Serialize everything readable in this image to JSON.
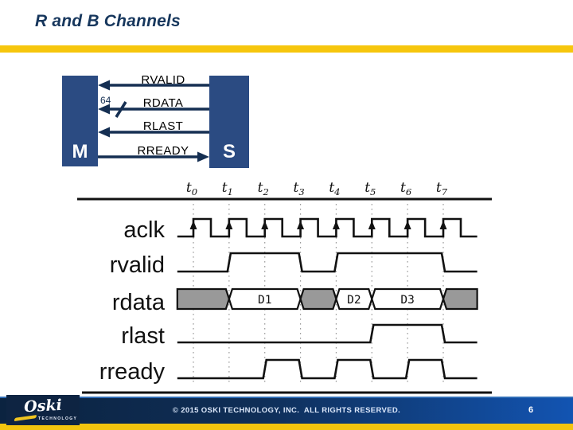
{
  "slide": {
    "title": "R and B Channels",
    "footer": {
      "copyright": "© 2015 OSKI TECHNOLOGY, INC.  ALL RIGHTS RESERVED.",
      "page_number": "6",
      "logo_text": "Oski",
      "logo_subtext": "TECHNOLOGY"
    }
  },
  "block_diagram": {
    "master_label": "M",
    "slave_label": "S",
    "bus_width_label": "64",
    "signals": [
      {
        "label": "RVALID",
        "direction": "slave_to_master"
      },
      {
        "label": "RDATA",
        "direction": "slave_to_master",
        "bus_width": "64"
      },
      {
        "label": "RLAST",
        "direction": "slave_to_master"
      },
      {
        "label": "RREADY",
        "direction": "master_to_slave"
      }
    ]
  },
  "timing_diagram": {
    "type": "waveform",
    "time_labels": [
      "t0",
      "t1",
      "t2",
      "t3",
      "t4",
      "t5",
      "t6",
      "t7"
    ],
    "t_start": -0.45,
    "t_end": 7.95,
    "invalid_value": "X",
    "invalid_color": "#999999",
    "signals": [
      {
        "name": "aclk",
        "kind": "clock",
        "rising_edges": [
          0,
          1,
          2,
          3,
          4,
          5,
          6,
          7
        ]
      },
      {
        "name": "rvalid",
        "kind": "binary",
        "high": [
          [
            1,
            3
          ],
          [
            4,
            7
          ]
        ]
      },
      {
        "name": "rdata",
        "kind": "bus",
        "segments": [
          {
            "from": -0.45,
            "to": 1,
            "value": "X"
          },
          {
            "from": 1,
            "to": 3,
            "value": "D1"
          },
          {
            "from": 3,
            "to": 4,
            "value": "X"
          },
          {
            "from": 4,
            "to": 5,
            "value": "D2"
          },
          {
            "from": 5,
            "to": 7,
            "value": "D3"
          },
          {
            "from": 7,
            "to": 7.95,
            "value": "X"
          }
        ]
      },
      {
        "name": "rlast",
        "kind": "binary",
        "high": [
          [
            5,
            7
          ]
        ]
      },
      {
        "name": "rready",
        "kind": "binary",
        "high": [
          [
            2,
            3
          ],
          [
            4,
            5
          ],
          [
            6,
            7
          ]
        ]
      }
    ]
  },
  "colors": {
    "title_navy": "#17375d",
    "block_navy": "#2b4b82",
    "arrow_navy": "#152f52",
    "divider_yellow": "#f6c60d",
    "footer_yellow": "#f2c40e",
    "footer_blue_left": "#0b2340",
    "footer_blue_right": "#1254b2",
    "bus_invalid_gray": "#999999"
  }
}
